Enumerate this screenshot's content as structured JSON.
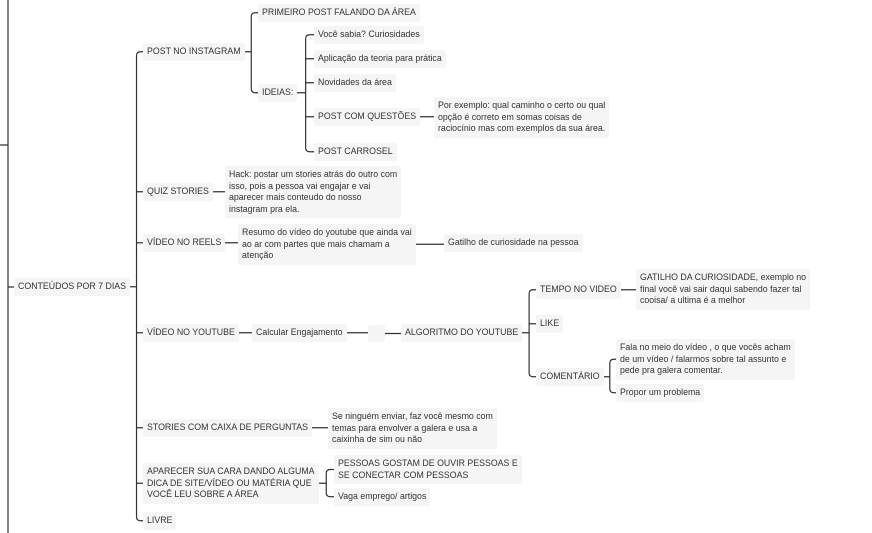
{
  "root": {
    "label": "CONTEÚDOS POR 7 DIAS"
  },
  "post_instagram": {
    "label": "POST NO INSTAGRAM",
    "primeiro_post": "PRIMEIRO POST FALANDO DA ÁREA",
    "ideias": {
      "label": "IDEIAS:",
      "voce_sabia": "Você sabia? Curiosidades",
      "aplicacao": "Aplicação da teoria para prática",
      "novidades": "Novidades da área",
      "post_questoes": {
        "label": "POST COM QUESTÕES",
        "exemplo": [
          "Por exemplo: qual caminho o certo ou qual",
          "opção é correto em somas coisas de",
          "raciocínio mas com exemplos da sua área."
        ]
      },
      "post_carrosel": "POST CARROSEL"
    }
  },
  "quiz_stories": {
    "label": "QUIZ STORIES",
    "hack": [
      "Hack: postar um stories atrás do outro com",
      "isso, pois a pessoa vai engajar e vai",
      "aparecer mais conteudo do nosso",
      "instagram pra ela."
    ]
  },
  "video_reels": {
    "label": "VÍDEO NO REELS",
    "resumo": [
      "Resumo do vídeo do youtube que ainda vai",
      "ao ar com partes que mais chamam a",
      "atenção"
    ],
    "gatilho": "Gatilho de curiosidade na pessoa"
  },
  "video_youtube": {
    "label": "VÍDEO NO YOUTUBE",
    "engajamento": "Calcular Engajamento",
    "algoritmo": {
      "label": "ALGORITMO DO YOUTUBE",
      "tempo_video": {
        "label": "TEMPO NO VIDEO",
        "gatilho": [
          "GATILHO DA CURIOSIDADE, exemplo no",
          "final você vai sair daqui sabendo fazer tal",
          "cooisa/ a ultima é a melhor"
        ]
      },
      "like": "LIKE",
      "comentario": {
        "label": "COMENTÁRIO",
        "fala": [
          "Fala no meio do vídeo , o que vocês acham",
          "de um vídeo / falarmos sobre tal assunto e",
          "pede pra galera comentar."
        ],
        "problema": "Propor um problema"
      }
    }
  },
  "stories_perguntas": {
    "label": "STORIES COM CAIXA DE PERGUNTAS",
    "dica": [
      "Se ninguém enviar, faz você mesmo com",
      "temas para envolver a galera e usa a",
      "caixinha de sim ou não"
    ]
  },
  "aparecer": {
    "label": [
      "APARECER SUA CARA DANDO ALGUMA",
      "DICA DE SITE/VÍDEO OU MATÉRIA QUE",
      "VOCÊ LEU SOBRE A ÁREA"
    ],
    "pessoas": [
      "PESSOAS GOSTAM DE OUVIR PESSOAS E",
      "SE CONECTAR COM PESSOAS"
    ],
    "vaga": "Vaga emprego/ artigos"
  },
  "livre": {
    "label": "LIVRE"
  },
  "colors": {
    "background": "#ffffff",
    "text": "#333333",
    "connector": "#333333",
    "node_fill": "#f5f5f5"
  }
}
